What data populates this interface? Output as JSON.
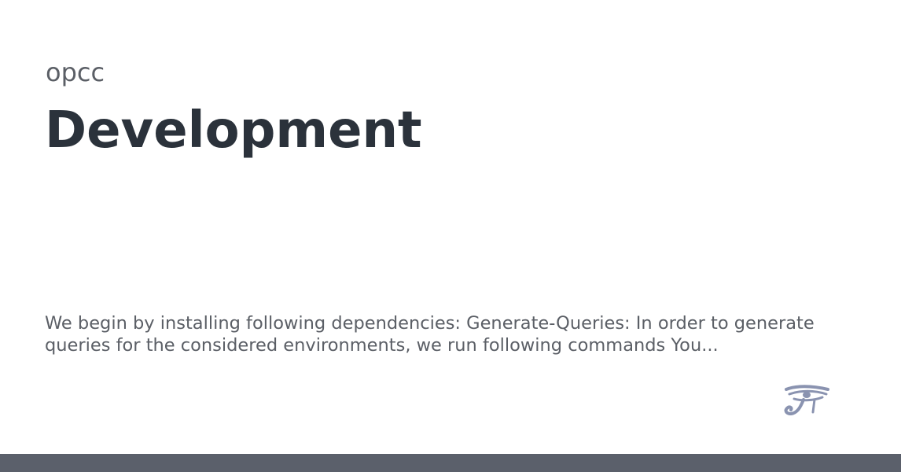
{
  "site": {
    "name": "opcc"
  },
  "page": {
    "title": "Development",
    "description": "We begin by installing following dependencies: Generate-Queries: In order to generate queries for the considered environments, we run following commands You..."
  },
  "logo": {
    "icon": "eye-of-horus-icon",
    "color": "#8a93b0"
  },
  "footer": {
    "color": "#5b606b"
  },
  "colors": {
    "background": "#ffffff",
    "title": "#2b323b",
    "text": "#5b5f66"
  }
}
